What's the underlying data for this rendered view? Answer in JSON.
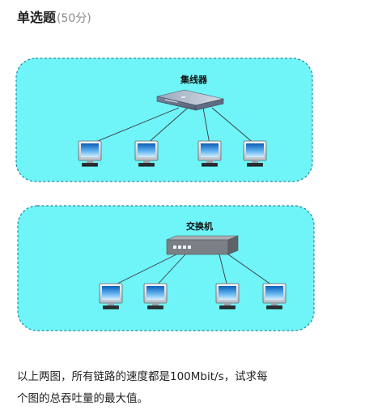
{
  "question": {
    "type_label": "单选题",
    "score_label": "(50分)",
    "text_line1": "以上两图，所有链路的速度都是100Mbit/s，试求每",
    "text_line2": "个图的总吞吐量的最大值。"
  },
  "figure": {
    "hub_label": "集线器",
    "switch_label": "交换机",
    "colors": {
      "panel_fill": "#6ff4f7",
      "panel_border": "#1a8ea3",
      "link": "#3a3a3a",
      "screen": "#1a6fc4"
    },
    "icons": [
      "hub-device-icon",
      "switch-device-icon",
      "computer-icon"
    ]
  }
}
